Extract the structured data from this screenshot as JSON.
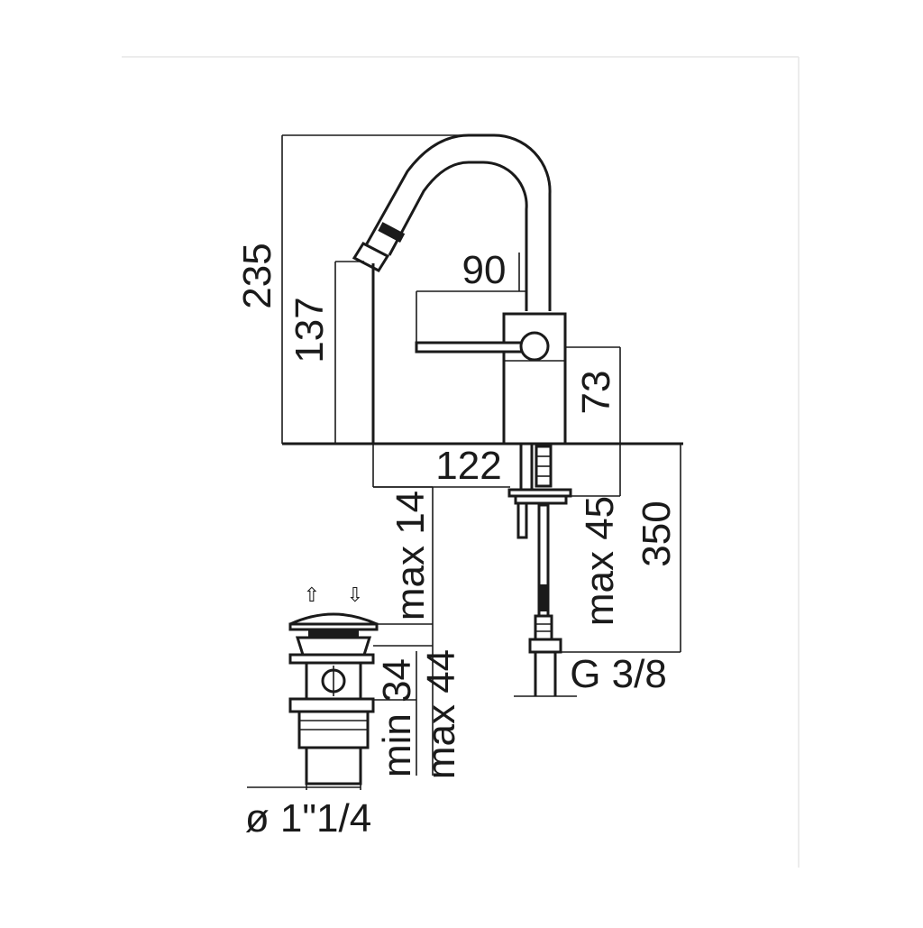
{
  "drawing": {
    "dimensions": {
      "overall_height": "235",
      "spout_height": "137",
      "spout_reach": "90",
      "body_height": "73",
      "outlet_distance": "122",
      "deck_thickness_faucet": "max 45",
      "hose_length": "350",
      "connection_thread": "G 3/8",
      "deck_thickness_waste": "max 14",
      "waste_min": "min 34",
      "waste_max": "max 44",
      "waste_diameter": "ø 1\"1/4"
    },
    "symbols": {
      "up_arrow": "⇧",
      "down_arrow": "⇩"
    }
  }
}
